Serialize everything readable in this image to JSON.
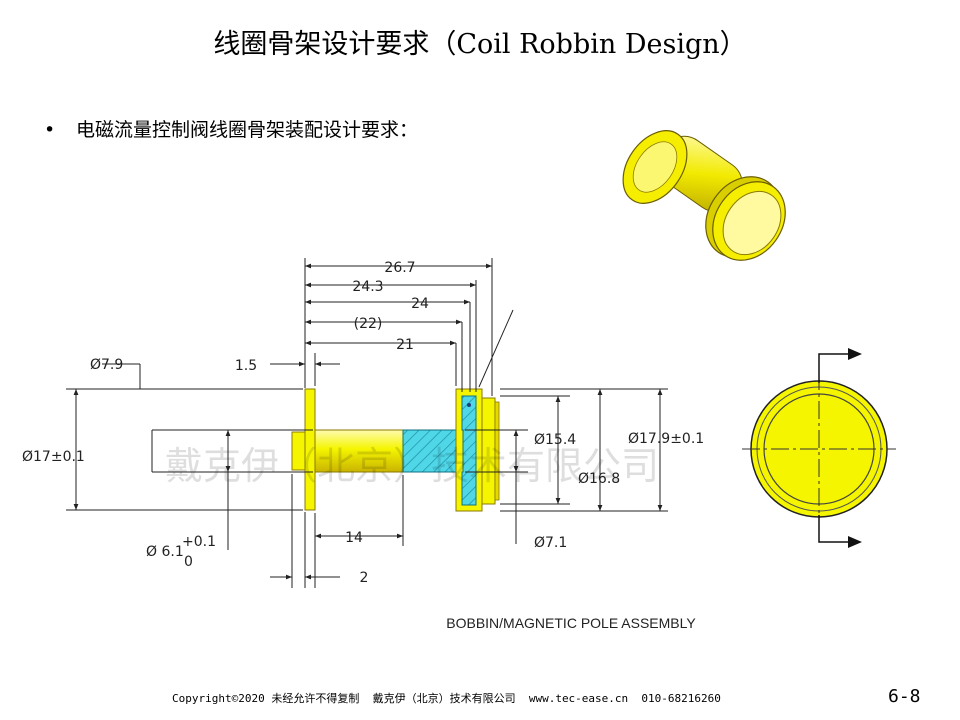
{
  "slide": {
    "title": "线圈骨架设计要求（Coil Robbin Design）",
    "bullet_symbol": "•",
    "bullet_text": "电磁流量控制阀线圈骨架装配设计要求："
  },
  "drawing": {
    "caption": "BOBBIN/MAGNETIC POLE ASSEMBLY",
    "watermark": "戴克伊（北京）技术有限公司",
    "dims": {
      "overall_length": "26.7",
      "length_24_3": "24.3",
      "length_24": "24",
      "length_ref_22": "(22)",
      "length_21": "21",
      "flange_thickness": "1.5",
      "flange_dia": "Ø7.9",
      "outer_dia": "Ø17±0.1",
      "bore_dia_main": "Ø 6.1",
      "bore_tol_upper": "+0.1",
      "bore_tol_lower": "0",
      "pole_length": "14",
      "offset": "2",
      "dia_15_4": "Ø15.4",
      "dia_16_8": "Ø16.8",
      "dia_17_9": "Ø17.9±0.1",
      "dia_7_1": "Ø7.1"
    },
    "colors": {
      "bobbin_yellow": "#f5f500",
      "bobbin_edge": "#c8a800",
      "pole_cyan": "#4fd7e8"
    }
  },
  "footer": {
    "copyright": "Copyright©2020 未经允许不得复制  戴克伊（北京）技术有限公司  www.tec-ease.cn  010-68216260",
    "page_number": "6-8"
  }
}
